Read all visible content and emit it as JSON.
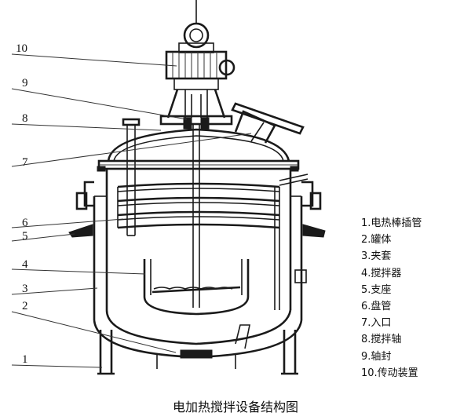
{
  "labels": {
    "1": "1",
    "2": "2",
    "3": "3",
    "4": "4",
    "5": "5",
    "6": "6",
    "7": "7",
    "8": "8",
    "9": "9",
    "10": "10"
  },
  "legend": [
    "1.电热棒插管",
    "2.罐体",
    "3.夹套",
    "4.搅拌器",
    "5.支座",
    "6.盘管",
    "7.入口",
    "8.搅拌轴",
    "9.轴封",
    "10.传动装置"
  ],
  "caption": "电加热搅拌设备结构图"
}
